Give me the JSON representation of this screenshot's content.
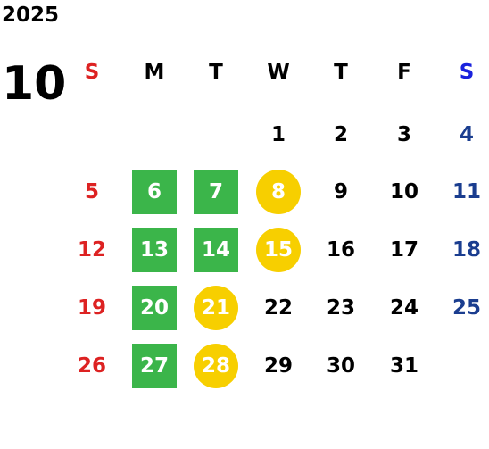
{
  "year": "2025",
  "month": "10",
  "weekdays": [
    "S",
    "M",
    "T",
    "W",
    "T",
    "F",
    "S"
  ],
  "weeks": [
    [
      "",
      "",
      "",
      "1",
      "2",
      "3",
      "4"
    ],
    [
      "5",
      "6",
      "7",
      "8",
      "9",
      "10",
      "11"
    ],
    [
      "12",
      "13",
      "14",
      "15",
      "16",
      "17",
      "18"
    ],
    [
      "19",
      "20",
      "21",
      "22",
      "23",
      "24",
      "25"
    ],
    [
      "26",
      "27",
      "28",
      "29",
      "30",
      "31",
      ""
    ]
  ],
  "colors": {
    "sunday": "#dd2222",
    "saturday": "#1a3d8f",
    "green_highlight": "#3bb54a",
    "yellow_highlight": "#f7cf00"
  },
  "highlights": {
    "green_square": [
      "6",
      "7",
      "13",
      "14",
      "20",
      "27"
    ],
    "yellow_circle": [
      "8",
      "15",
      "21",
      "28"
    ]
  }
}
